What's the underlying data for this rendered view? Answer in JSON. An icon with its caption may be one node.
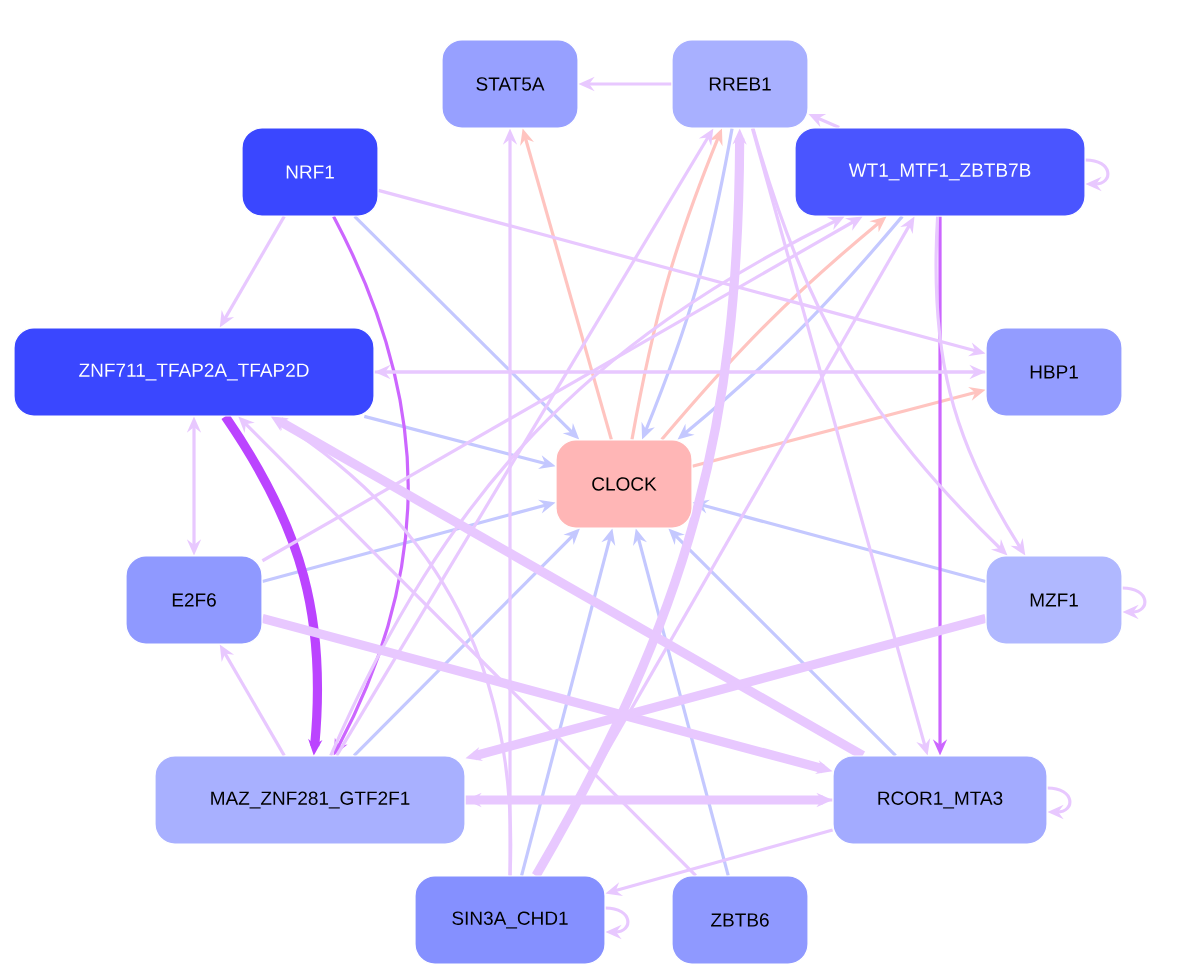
{
  "diagram": {
    "nodes": [
      {
        "text": [
          "STAT5A"
        ]
      },
      {
        "text": [
          "RREB1"
        ]
      },
      {
        "text": [
          "NRF1"
        ]
      },
      {
        "text": [
          "WT1_MTF1_ZBTB7B"
        ]
      },
      {
        "text": [
          "ZNF711_TFAP2A_TFAP2D"
        ]
      },
      {
        "text": [
          "HBP1"
        ]
      },
      {
        "text": [
          "CLOCK"
        ]
      },
      {
        "text": [
          "E2F6"
        ]
      },
      {
        "text": [
          "MZF1"
        ]
      },
      {
        "text": [
          "MAZ_ZNF281_GTF2F1"
        ]
      },
      {
        "text": [
          "RCOR1_MTA3"
        ]
      },
      {
        "text": [
          "SIN3A_CHD1"
        ]
      },
      {
        "text": [
          "ZBTB6"
        ]
      }
    ],
    "edges": [
      {
        "from": 2,
        "to": 6,
        "arrow": "to",
        "color": "#c4c8ff"
      },
      {
        "from": 4,
        "to": 6,
        "arrow": "to",
        "color": "#c4c8ff"
      },
      {
        "from": 7,
        "to": 6,
        "arrow": "to",
        "color": "#c4c8ff"
      },
      {
        "from": 9,
        "to": 6,
        "arrow": "to",
        "color": "#c4c8ff"
      },
      {
        "from": 11,
        "to": 6,
        "arrow": "to",
        "color": "#c4c8ff"
      },
      {
        "from": 12,
        "to": 6,
        "arrow": "to",
        "color": "#c4c8ff"
      },
      {
        "from": 10,
        "to": 6,
        "arrow": "to",
        "color": "#c4c8ff"
      },
      {
        "from": 8,
        "to": 6,
        "arrow": "to",
        "color": "#c4c8ff"
      },
      {
        "from": 1,
        "to": 6,
        "arrow": "to",
        "color": "#c4c8ff"
      },
      {
        "from": 3,
        "to": 6,
        "arrow": "to",
        "color": "#c4c8ff"
      },
      {
        "from": 6,
        "to": 0,
        "arrow": "to",
        "color": "#ffc4c0"
      },
      {
        "from": 6,
        "to": 1,
        "arrow": "to",
        "color": "#ffc4c0"
      },
      {
        "from": 6,
        "to": 3,
        "arrow": "to",
        "color": "#ffc4c0"
      },
      {
        "from": 6,
        "to": 5,
        "arrow": "to",
        "color": "#ffc4c0"
      },
      {
        "from": 2,
        "to": 9,
        "arrow": "to",
        "color": "#cc66ff"
      },
      {
        "from": 4,
        "to": 9,
        "arrow": "to",
        "color": "#bb44ff",
        "style": "thick"
      },
      {
        "from": 3,
        "to": 10,
        "arrow": "to",
        "color": "#cc66ff"
      },
      {
        "from": 3,
        "to": 3,
        "arrow": "to"
      },
      {
        "from": 8,
        "to": 8,
        "arrow": "to"
      },
      {
        "from": 10,
        "to": 10,
        "arrow": "to"
      },
      {
        "from": 11,
        "to": 11,
        "arrow": "to"
      },
      {
        "from": 2,
        "to": 4,
        "arrow": "to"
      },
      {
        "from": 4,
        "to": 7,
        "arrow": "both"
      },
      {
        "from": 9,
        "to": 7,
        "arrow": "to"
      },
      {
        "from": 7,
        "to": 10,
        "arrow": "to",
        "style": "thick"
      },
      {
        "from": 11,
        "to": 0,
        "arrow": "to"
      },
      {
        "from": 11,
        "to": 1,
        "arrow": "to",
        "style": "thick"
      },
      {
        "from": 11,
        "to": 3,
        "arrow": "to"
      },
      {
        "from": 9,
        "to": 3,
        "arrow": "to"
      },
      {
        "from": 9,
        "to": 1,
        "arrow": "to"
      },
      {
        "from": 4,
        "to": 5,
        "arrow": "to"
      },
      {
        "from": 5,
        "to": 4,
        "arrow": "to"
      },
      {
        "from": 3,
        "to": 1,
        "arrow": "to"
      },
      {
        "from": 1,
        "to": 0,
        "arrow": "to"
      },
      {
        "from": 9,
        "to": 10,
        "arrow": "to",
        "style": "thick"
      },
      {
        "from": 10,
        "to": 9,
        "arrow": "to"
      },
      {
        "from": 10,
        "to": 11,
        "arrow": "to"
      },
      {
        "from": 11,
        "to": 4,
        "arrow": "to"
      },
      {
        "from": 10,
        "to": 4,
        "arrow": "to",
        "style": "thick"
      },
      {
        "from": 8,
        "to": 9,
        "arrow": "to",
        "style": "thick"
      },
      {
        "from": 1,
        "to": 8,
        "arrow": "to"
      },
      {
        "from": 3,
        "to": 8,
        "arrow": "to"
      },
      {
        "from": 2,
        "to": 5,
        "arrow": "to"
      },
      {
        "from": 12,
        "to": 4,
        "arrow": "to"
      },
      {
        "from": 1,
        "to": 10,
        "arrow": "to"
      },
      {
        "from": 7,
        "to": 3,
        "arrow": "to"
      }
    ]
  }
}
